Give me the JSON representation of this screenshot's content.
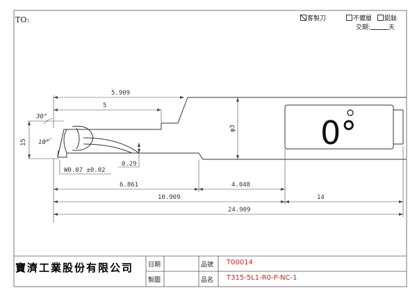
{
  "header": {
    "to_label": "TO:",
    "option_customer": "客製刀",
    "option_no_coating": "不鍍層",
    "option_aluminum_titanium": "鋁鈦",
    "delivery_label": "交期:",
    "delivery_unit": "天",
    "customer_checked": true,
    "no_coating_checked": false,
    "aluminum_titanium_checked": false
  },
  "drawing": {
    "dim_5909": "5.909",
    "dim_5": "5",
    "dim_30deg": "30°",
    "dim_10deg": "10°",
    "dim_15": "15",
    "dim_phi3": "φ3",
    "dim_w": "W0.07 ±0.02",
    "dim_029": "0.29",
    "dim_6861": "6.861",
    "dim_4048": "4.048",
    "dim_10909": "10.909",
    "dim_14": "14",
    "dim_24909": "24.909",
    "angle_mark": "0°"
  },
  "title_block": {
    "company": "寶濟工業股份有限公司",
    "date_label": "日期",
    "drawn_label": "製圖",
    "part_no_label": "品號",
    "part_name_label": "品名",
    "part_no": "T00014",
    "part_name": "T315-5L1-R0-P-NC-1"
  },
  "colors": {
    "line": "#333333",
    "value_red": "#d02020"
  }
}
